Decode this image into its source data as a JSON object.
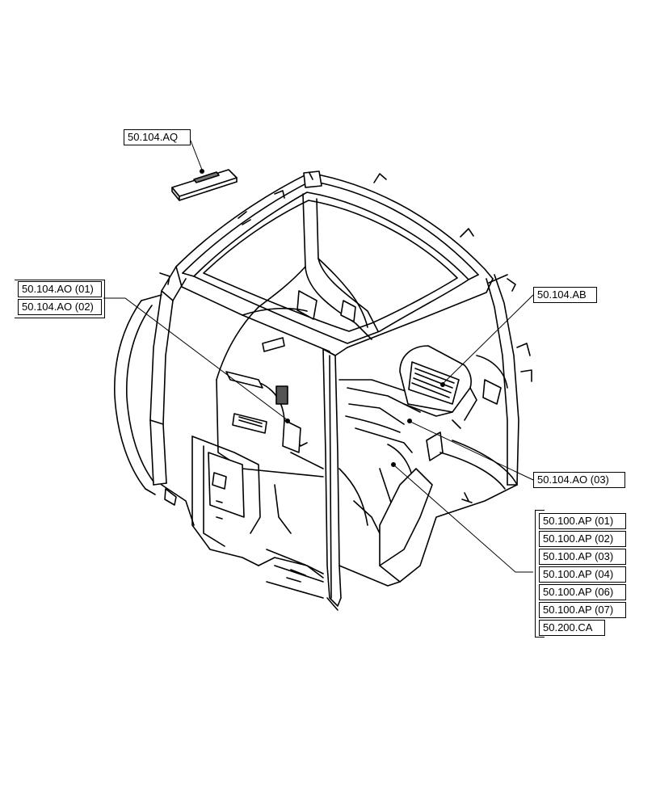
{
  "callouts": {
    "aq": "50.104.AQ",
    "ao_01": "50.104.AO (01)",
    "ao_02": "50.104.AO (02)",
    "ab": "50.104.AB",
    "ao_03": "50.104.AO (03)",
    "ap_01": "50.100.AP (01)",
    "ap_02": "50.100.AP (02)",
    "ap_03": "50.100.AP (03)",
    "ap_04": "50.100.AP (04)",
    "ap_06": "50.100.AP (06)",
    "ap_07": "50.100.AP (07)",
    "ca": "50.200.CA"
  },
  "colors": {
    "line": "#000000",
    "background": "#ffffff",
    "shade": "#e6e6e6"
  }
}
